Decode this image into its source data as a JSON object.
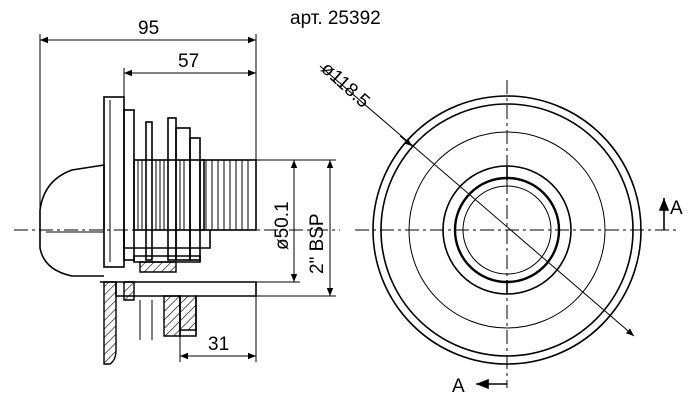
{
  "title": "арт. 25392",
  "dimensions": {
    "overall_length": "95",
    "body_length": "57",
    "thread_diameter": "ø50.1",
    "thread_spec": "2\" BSP",
    "flange_depth": "31",
    "outer_diameter": "ø118.5"
  },
  "section_markers": {
    "top": "A",
    "bottom": "A"
  }
}
